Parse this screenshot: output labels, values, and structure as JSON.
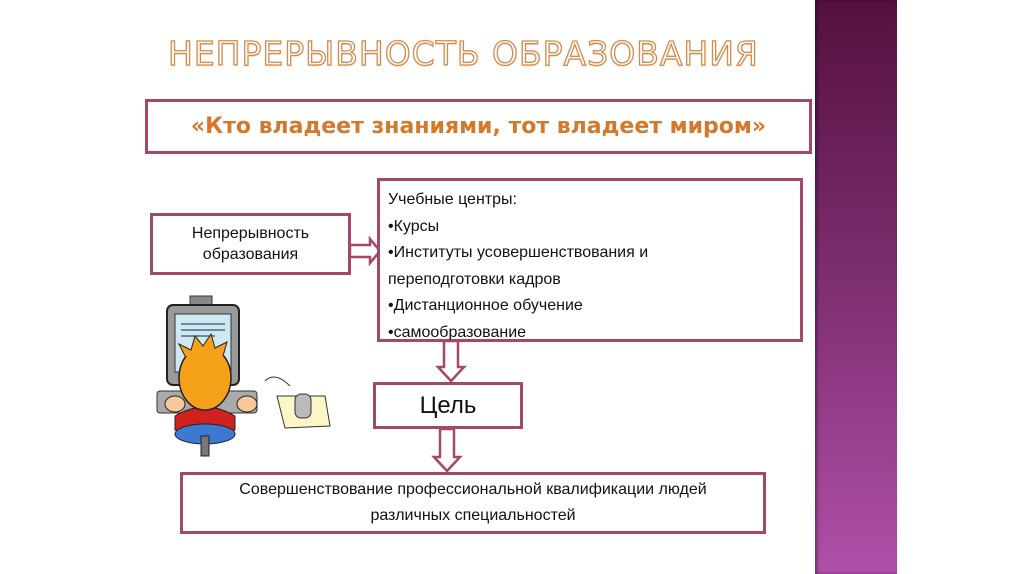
{
  "slide": {
    "title": "НЕПРЕРЫВНОСТЬ ОБРАЗОВАНИЯ",
    "quote": "«Кто владеет знаниями, тот владеет миром»",
    "source_box": {
      "lines": [
        "Непрерывность",
        "образования"
      ]
    },
    "centers_box": {
      "heading": "Учебные центры:",
      "items": [
        "•Курсы",
        "•Институты усовершенствования и",
        "переподготовки кадров",
        "•Дистанционное обучение",
        "•самообразование"
      ]
    },
    "goal_box": "Цель",
    "result_box": {
      "lines": [
        "Совершенствование профессиональной квалификации людей",
        "различных специальностей"
      ]
    }
  },
  "colors": {
    "border": "#a34868",
    "title": "#d48a4a",
    "quote": "#d4782c",
    "band_top": "#55103f",
    "band_bottom": "#b04fa8"
  }
}
